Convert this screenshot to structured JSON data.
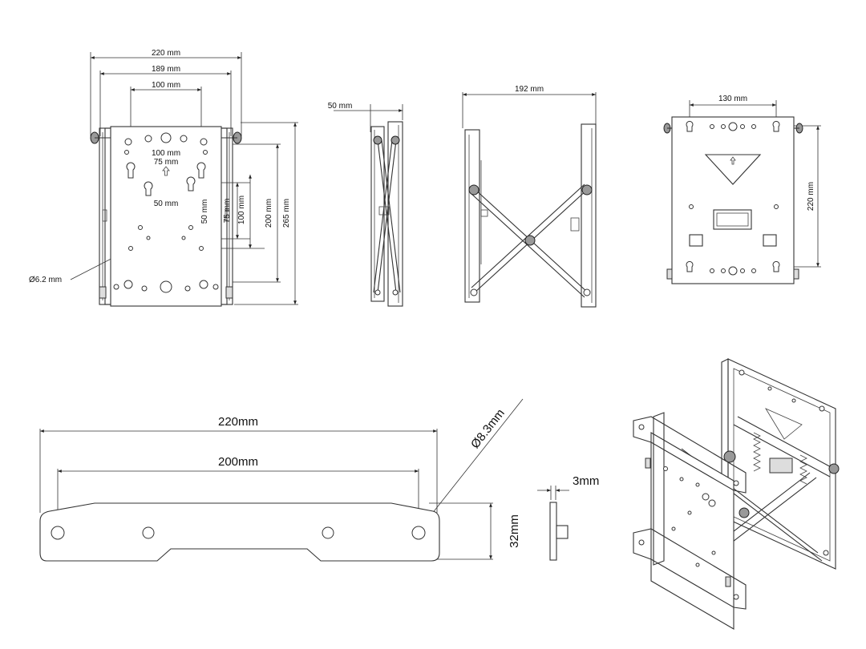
{
  "front_view": {
    "dim_width": "220 mm",
    "dim_rail_span": "189 mm",
    "dim_top_holes": "100 mm",
    "dim_inner_100": "100 mm",
    "dim_inner_75": "75 mm",
    "dim_inner_50": "50 mm",
    "dim_v_50": "50 mm",
    "dim_v_75": "75 mm",
    "dim_v_100": "100 mm",
    "dim_v_200": "200 mm",
    "dim_height": "265 mm",
    "dim_hole": "Ø6.2 mm"
  },
  "side_view": {
    "dim_depth": "50 mm"
  },
  "extended_view": {
    "dim_extension": "192 mm"
  },
  "back_view": {
    "dim_hole_spacing": "130 mm",
    "dim_height": "220 mm"
  },
  "adapter_plate": {
    "dim_length": "220mm",
    "dim_hole_spacing": "200mm",
    "dim_hole_diameter": "Ø8.3mm",
    "dim_height": "32mm",
    "dim_thickness": "3mm"
  }
}
